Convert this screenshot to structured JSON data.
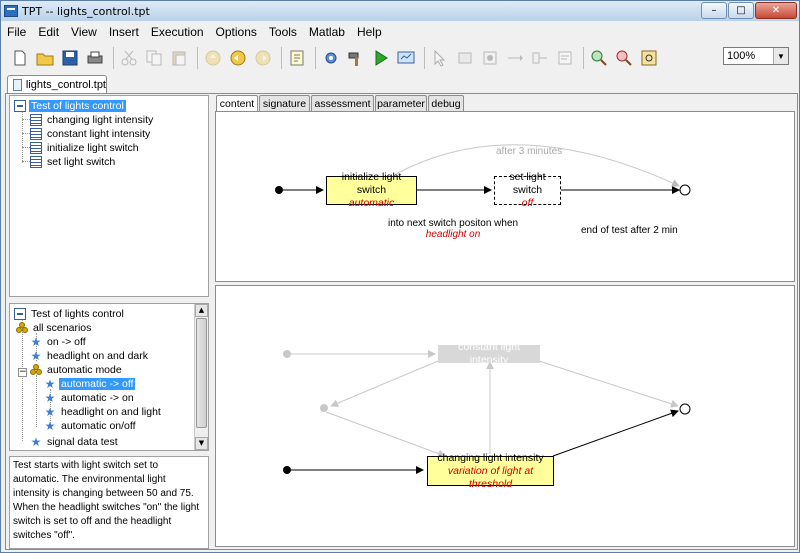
{
  "window": {
    "title": "TPT -- lights_control.tpt",
    "minimize": "–",
    "maximize": "□",
    "close": "✕"
  },
  "menu": [
    "File",
    "Edit",
    "View",
    "Insert",
    "Execution",
    "Options",
    "Tools",
    "Matlab",
    "Help"
  ],
  "toolbar": {
    "zoom_value": "100%"
  },
  "doc_tab": {
    "label": "lights_control.tpt"
  },
  "test_tree": {
    "root": "Test of lights control",
    "items": [
      "changing light intensity",
      "constant light intensity",
      "initialize light switch",
      "set light switch"
    ]
  },
  "scenario_tree": {
    "root": "Test of lights control",
    "group": "all scenarios",
    "items": [
      "on -> off",
      "headlight on and dark"
    ],
    "subgroup": "automatic mode",
    "subitems": [
      "automatic -> off",
      "automatic -> on",
      "headlight on and light",
      "automatic on/off"
    ],
    "last": "signal data test"
  },
  "description": "Test starts with light switch set to automatic. The environmental light intensity is changing between 50 and 75. When the headlight switches \"on\" the light switch is set to off and the headlight switches \"off\".",
  "editor_tabs": [
    "content",
    "signature",
    "assessment",
    "parameter",
    "debug"
  ],
  "top_diagram": {
    "state1": {
      "name": "initialize light switch",
      "sub": "automatic"
    },
    "state2": {
      "name": "set light switch",
      "sub": "off"
    },
    "arc_label": "after 3 minutes",
    "trans_label": "into next switch positon when",
    "trans_cond": "headlight on",
    "end_label": "end of test after 2 min"
  },
  "bottom_diagram": {
    "state_grey": {
      "name": "constant light intensity"
    },
    "state_main": {
      "name": "changing light intensity",
      "sub": "variation of light at threshold"
    }
  }
}
